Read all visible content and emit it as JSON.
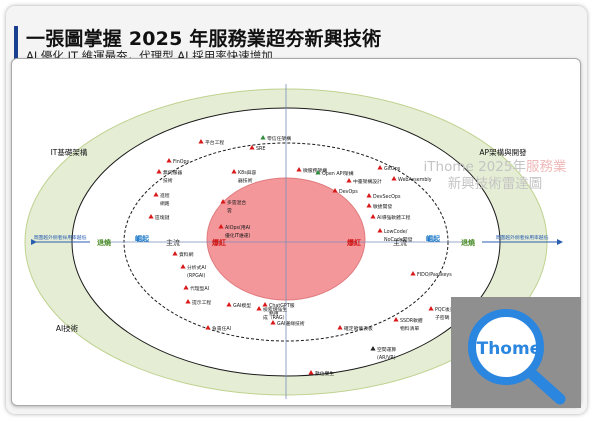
{
  "header": {
    "title": "一張圖掌握 2025 年服務業超夯新興技術",
    "subtitle": "AI 優化 IT 維運最夯，代理型 AI 採用率快速增加"
  },
  "watermark": {
    "line1_prefix": "iThome 2025年",
    "line1_highlight": "服務業",
    "line2": "新興技術雷達圖"
  },
  "logo": {
    "text": "iThome",
    "icon": "magnifier-icon"
  },
  "radar": {
    "quadrants": {
      "tl": "IT基礎架構",
      "tr": "AP架構與開發",
      "bl": "AI技術"
    },
    "axis": {
      "left_text": "周圍越外側者採用率越低",
      "right_text": "周圍越外側者採用率越低",
      "left_retreat": "退燒",
      "left_rising": "崛起",
      "left_mainstream": "主流",
      "left_hot": "爆紅",
      "right_hot": "爆紅",
      "right_mainstream": "主流",
      "right_rising": "崛起",
      "right_retreat": "退燒"
    },
    "items": [
      {
        "label": "FinOps",
        "marker": "triangle"
      },
      {
        "label": "零信任架構",
        "marker": "triangle-green"
      },
      {
        "label": "平台工程",
        "marker": "triangle"
      },
      {
        "label": "SRE",
        "marker": "triangle"
      },
      {
        "label": "無伺服器",
        "marker": "triangle"
      },
      {
        "label": "技術",
        "marker": "none"
      },
      {
        "label": "K8s與容",
        "marker": "triangle"
      },
      {
        "label": "器技術",
        "marker": "none"
      },
      {
        "label": "微服務架構",
        "marker": "triangle"
      },
      {
        "label": "Open API架構",
        "marker": "triangle-green"
      },
      {
        "label": "GitOps",
        "marker": "triangle"
      },
      {
        "label": "中臺架構設計",
        "marker": "triangle"
      },
      {
        "label": "WebAssembly",
        "marker": "triangle"
      },
      {
        "label": "DevOps",
        "marker": "triangle"
      },
      {
        "label": "DevSecOps",
        "marker": "triangle"
      },
      {
        "label": "敏捷開發",
        "marker": "triangle"
      },
      {
        "label": "AI導強軟體工程",
        "marker": "triangle"
      },
      {
        "label": "LowCode/",
        "marker": "triangle"
      },
      {
        "label": "NoCode開發",
        "marker": "none"
      },
      {
        "label": "進程",
        "marker": "triangle"
      },
      {
        "label": "網路",
        "marker": "none"
      },
      {
        "label": "區塊鏈",
        "marker": "triangle"
      },
      {
        "label": "多雲混合",
        "marker": "triangle"
      },
      {
        "label": "雲",
        "marker": "none"
      },
      {
        "label": "AIOps(用AI",
        "marker": "triangle"
      },
      {
        "label": "優化IT維運)",
        "marker": "none"
      },
      {
        "label": "資料網",
        "marker": "triangle"
      },
      {
        "label": "分析式AI",
        "marker": "triangle"
      },
      {
        "label": "(RPGAI)",
        "marker": "none"
      },
      {
        "label": "代理型AI",
        "marker": "triangle"
      },
      {
        "label": "提示工程",
        "marker": "triangle"
      },
      {
        "label": "GAI模型",
        "marker": "triangle"
      },
      {
        "label": "負責任AI",
        "marker": "triangle"
      },
      {
        "label": "檢索增強生",
        "marker": "triangle"
      },
      {
        "label": "成（RAG）",
        "marker": "none"
      },
      {
        "label": "ChatGPT服",
        "marker": "triangle"
      },
      {
        "label": "務用",
        "marker": "none"
      },
      {
        "label": "GAI邊緣技術",
        "marker": "triangle"
      },
      {
        "label": "FIDO/Passkeys",
        "marker": "triangle"
      },
      {
        "label": "PQC後量",
        "marker": "triangle"
      },
      {
        "label": "子密碼",
        "marker": "none"
      },
      {
        "label": "SSDR軟體",
        "marker": "triangle"
      },
      {
        "label": "物料清單",
        "marker": "none"
      },
      {
        "label": "確定節儀表板",
        "marker": "triangle"
      },
      {
        "label": "空間運算",
        "marker": "triangle-dark"
      },
      {
        "label": "(AR/VR)",
        "marker": "none"
      },
      {
        "label": "數位雙生",
        "marker": "triangle"
      }
    ]
  },
  "colors": {
    "outer_ring": "#e5eed5",
    "outer_ring_stroke": "#bfd28f",
    "core": "#f3979a",
    "marker_red": "#d91919",
    "marker_green": "#2e8b3a",
    "marker_dark": "#222222",
    "axis_blue": "#2a5db0",
    "retreat_green": "#4d8f2a",
    "rising_blue": "#1a77c8",
    "hot_red": "#d11515",
    "logo_blue": "#2b86e0"
  }
}
